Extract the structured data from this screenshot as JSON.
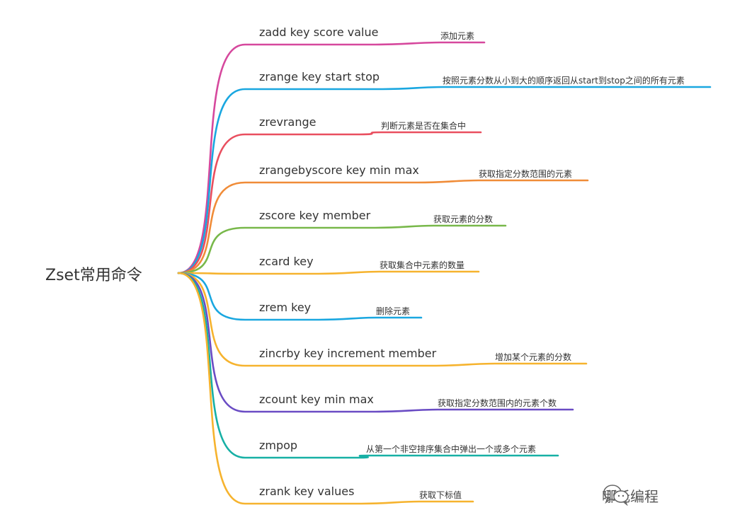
{
  "root": {
    "label": "Zset常用命令"
  },
  "nodes": [
    {
      "command": "zadd key score value",
      "description": "添加元素",
      "color": "#d6489d"
    },
    {
      "command": "zrange key start stop",
      "description": "按照元素分数从小到大的顺序返回从start到stop之间的所有元素",
      "color": "#1aa7e0"
    },
    {
      "command": "zrevrange",
      "description": "判断元素是否在集合中",
      "color": "#e94f5f"
    },
    {
      "command": "zrangebyscore key min max",
      "description": "获取指定分数范围的元素",
      "color": "#f08c38"
    },
    {
      "command": "zscore key member",
      "description": "获取元素的分数",
      "color": "#78b84a"
    },
    {
      "command": "zcard key",
      "description": "获取集合中元素的数量",
      "color": "#f6b32e"
    },
    {
      "command": "zrem key",
      "description": "删除元素",
      "color": "#1aa7e0"
    },
    {
      "command": "zincrby key increment member",
      "description": "增加某个元素的分数",
      "color": "#f6b32e"
    },
    {
      "command": "zcount key min max",
      "description": "获取指定分数范围内的元素个数",
      "color": "#6a4cc4"
    },
    {
      "command": "zmpop",
      "description": "从第一个非空排序集合中弹出一个或多个元素",
      "color": "#17b0a5"
    },
    {
      "command": "zrank key values",
      "description": "获取下标值",
      "color": "#f6b32e"
    }
  ],
  "watermark": {
    "text": "哪吒编程",
    "icon": "wechat-icon"
  }
}
